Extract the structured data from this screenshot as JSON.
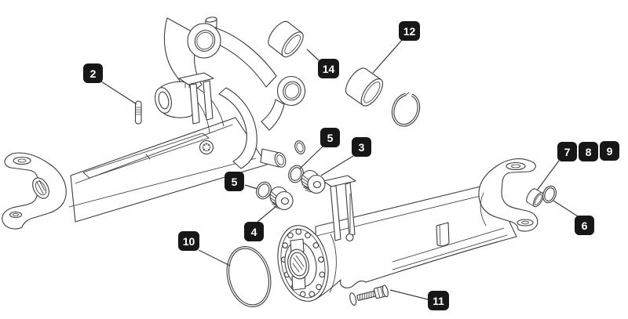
{
  "figure": {
    "theme": {
      "background": "#ffffff",
      "line_color": "#3c3c3c",
      "label_bg": "#171717",
      "label_text": "#ffffff"
    },
    "callouts": [
      {
        "label": "2",
        "part": "dowel-pin"
      },
      {
        "label": "14",
        "part": "bushing"
      },
      {
        "label": "12",
        "part": "bushing"
      },
      {
        "label": "5",
        "part": "seal-ring"
      },
      {
        "label": "3",
        "part": "threaded-plug"
      },
      {
        "label": "5",
        "part": "seal-ring"
      },
      {
        "label": "4",
        "part": "threaded-plug"
      },
      {
        "label": "10",
        "part": "o-ring"
      },
      {
        "label": "11",
        "part": "bolt"
      },
      {
        "label": "7",
        "part": "bushing"
      },
      {
        "label": "8",
        "part": "ring"
      },
      {
        "label": "9",
        "part": "ring"
      },
      {
        "label": "6",
        "part": "seal-ring"
      }
    ]
  }
}
